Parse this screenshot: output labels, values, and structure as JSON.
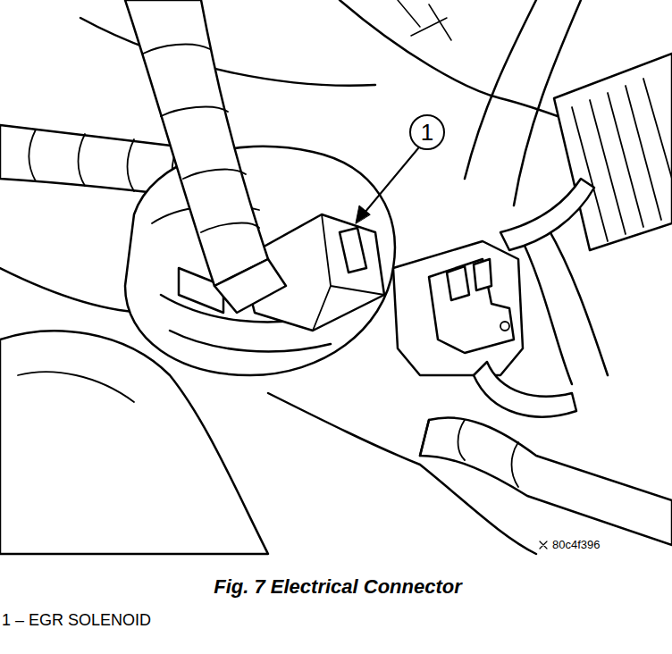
{
  "diagram": {
    "caption": "Fig. 7 Electrical Connector",
    "labels": [
      "1",
      "80c4f396",
      "1 – EGR SOLENOID"
    ]
  }
}
